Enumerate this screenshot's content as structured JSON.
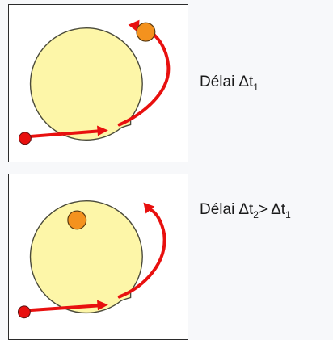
{
  "colors": {
    "background": "#f7f8fa",
    "panel_fill": "#ffffff",
    "panel_border": "#2b2b2b",
    "cell_fill": "#fdf6a8",
    "cell_stroke": "#4a4a3a",
    "arrow": "#e8100f",
    "start_dot": "#e8100f",
    "end_dot": "#f4921e",
    "label_text": "#1a1a1a"
  },
  "panels": [
    {
      "label": {
        "word": "Délai",
        "symbol": "Δt",
        "subscript": "1",
        "relation": "",
        "compare_symbol": "",
        "compare_subscript": ""
      }
    },
    {
      "label": {
        "word": "Délai",
        "symbol": "Δt",
        "subscript": "2",
        "relation": ">",
        "compare_symbol": "Δt",
        "compare_subscript": "1"
      }
    }
  ]
}
